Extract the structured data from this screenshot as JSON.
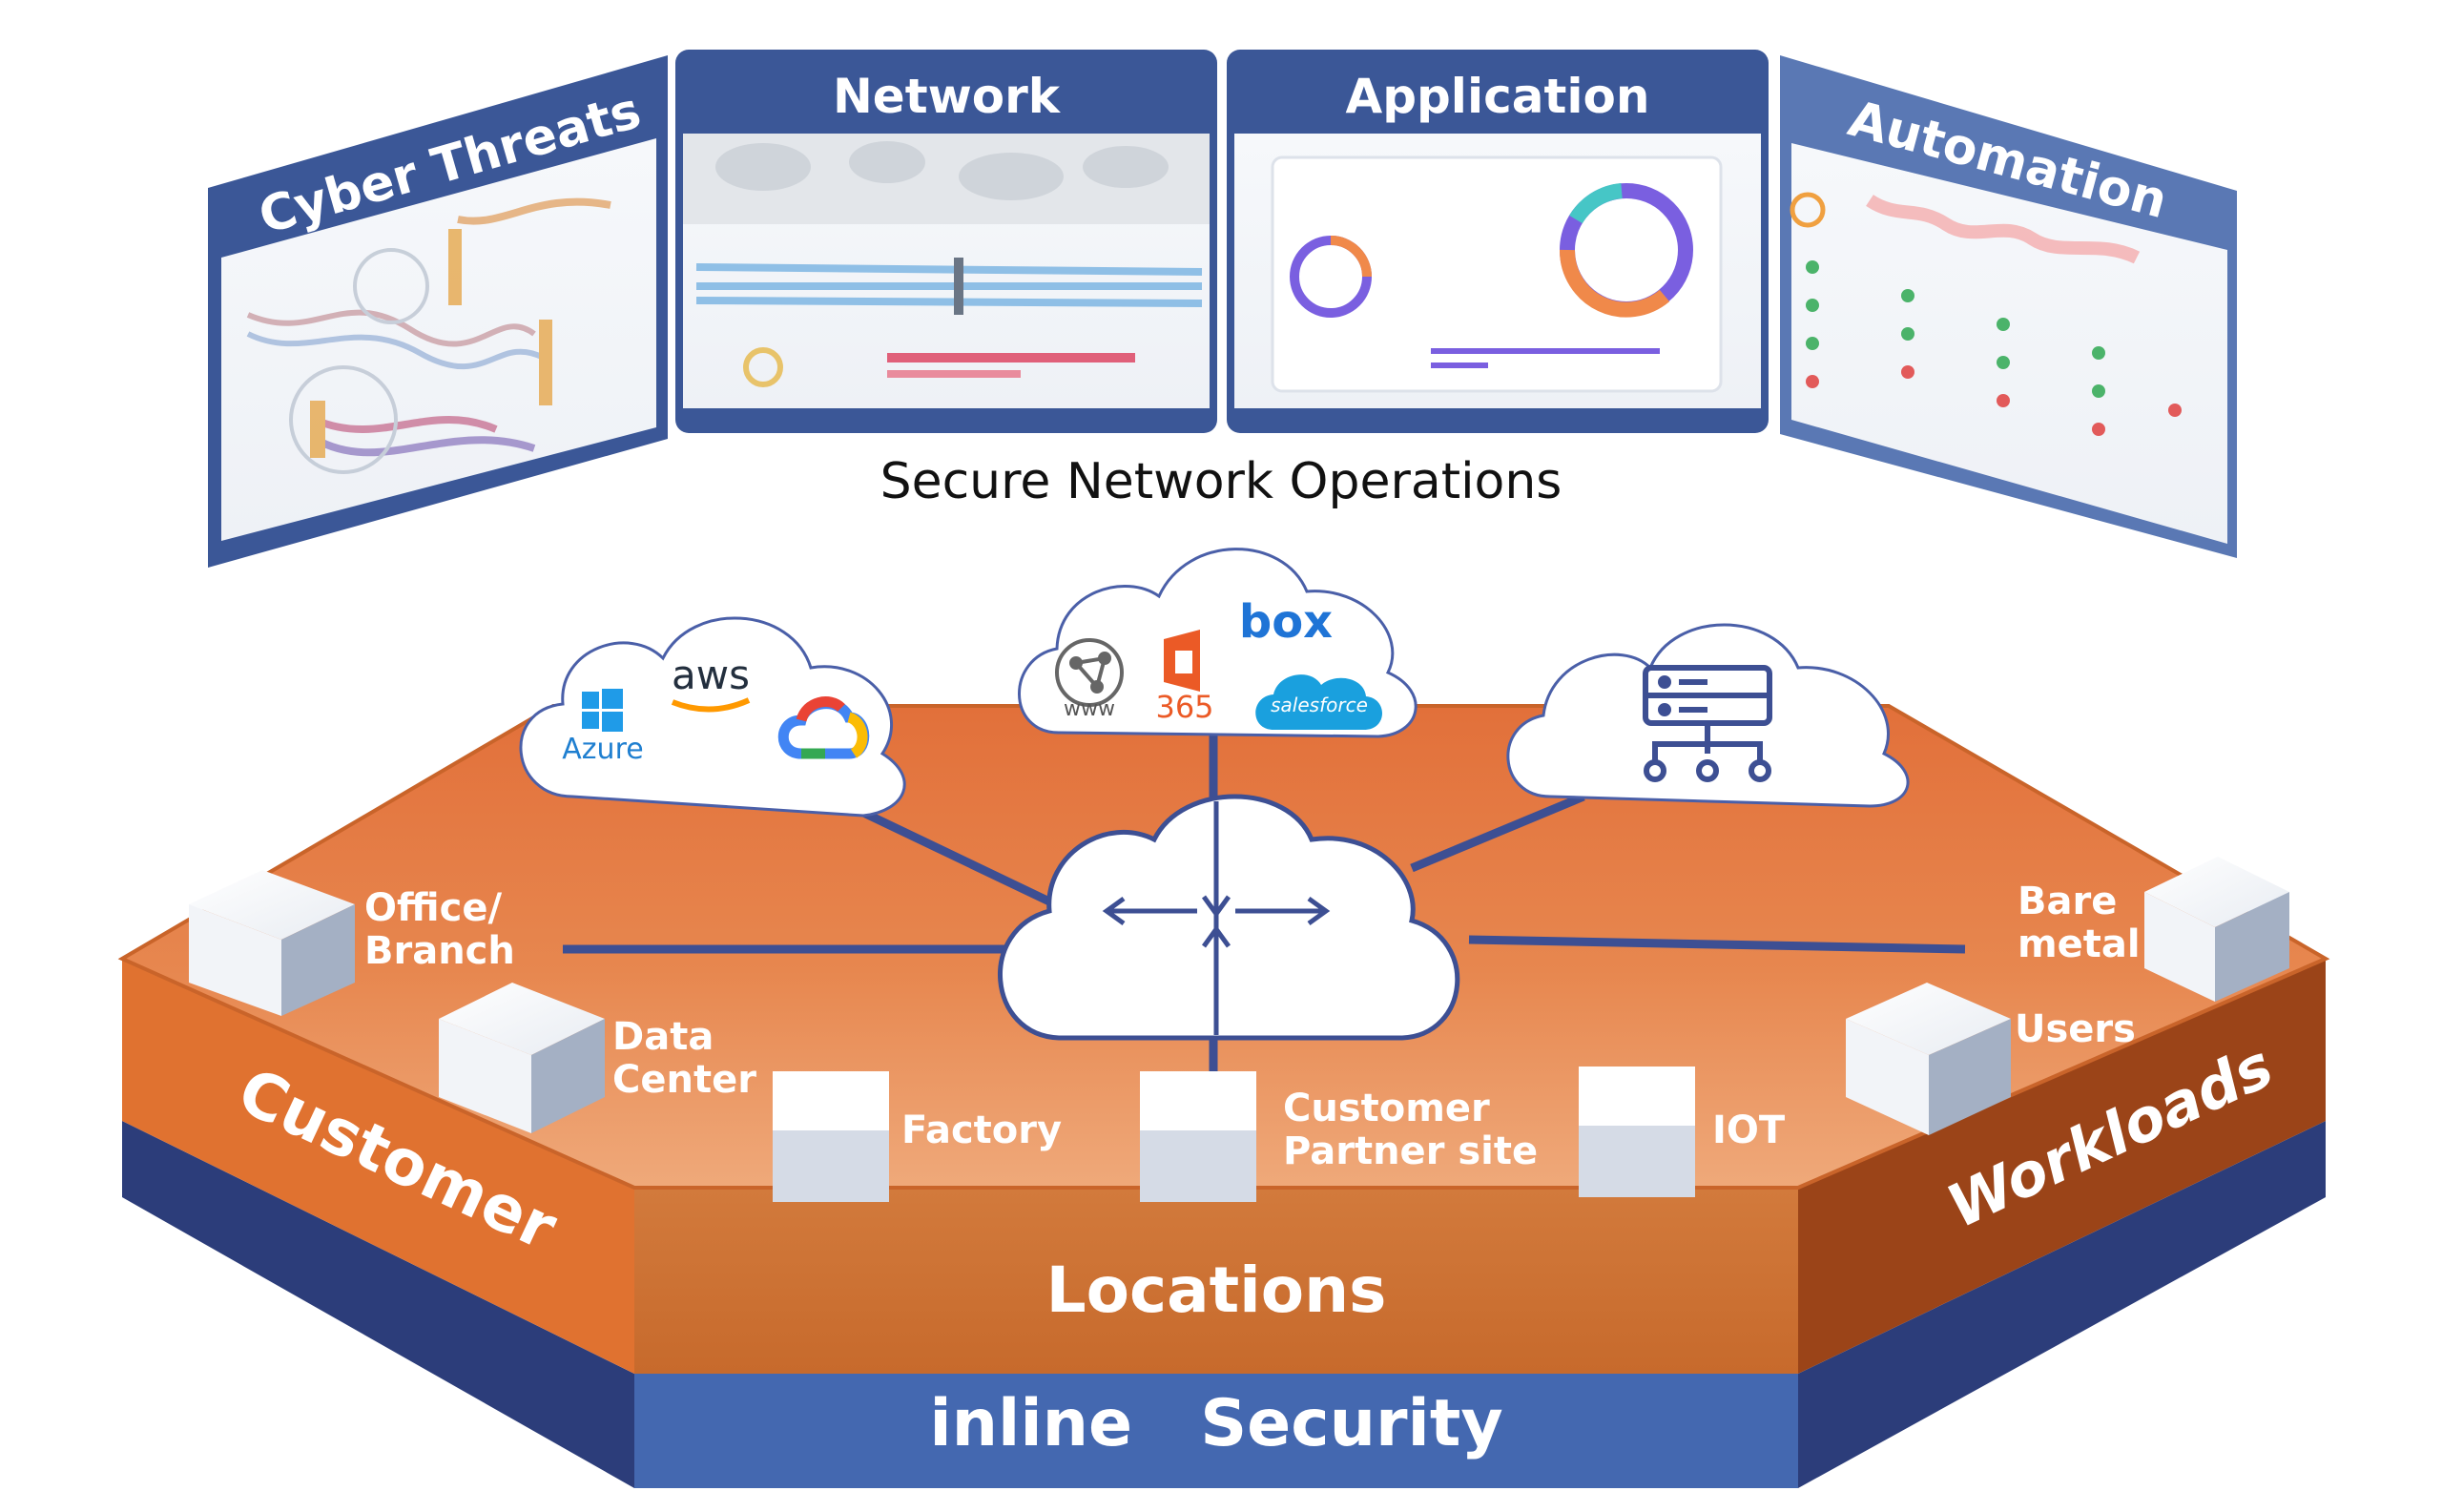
{
  "panels": {
    "cyber_threats": "Cyber Threats",
    "network": "Network",
    "application": "Application",
    "automation": "Automation"
  },
  "caption": "Secure Network Operations",
  "clouds": {
    "public": {
      "aws": "aws",
      "azure": "Azure"
    },
    "saas": {
      "www": "www",
      "office": "365",
      "box": "box",
      "salesforce": "salesforce"
    }
  },
  "locations": {
    "office_branch": [
      "Office/",
      "Branch"
    ],
    "data_center": [
      "Data",
      "Center"
    ],
    "factory": "Factory",
    "customer_partner": [
      "Customer",
      "Partner site"
    ],
    "iot": "IOT",
    "users": "Users",
    "bare_metal": [
      "Bare",
      "metal"
    ]
  },
  "faces": {
    "customer": "Customer",
    "locations": "Locations",
    "workloads": "Workloads",
    "inline_security": "inline   Security"
  },
  "colors": {
    "orange": "#e07230",
    "dark_orange": "#b4501a",
    "navy": "#2c3d7a",
    "blue": "#4468b0",
    "panel_header": "#3b5797"
  }
}
